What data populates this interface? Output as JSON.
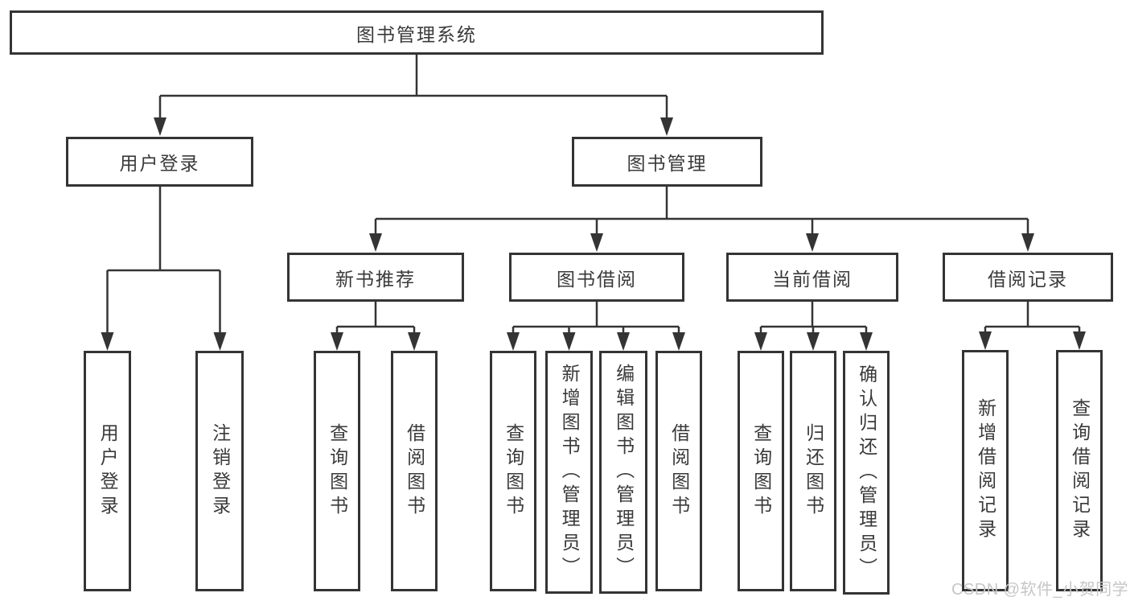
{
  "tree": {
    "label": "图书管理系统",
    "children": [
      {
        "label": "用户登录",
        "children": [
          {
            "label": "用户登录"
          },
          {
            "label": "注销登录"
          }
        ]
      },
      {
        "label": "图书管理",
        "children": [
          {
            "label": "新书推荐",
            "children": [
              {
                "label": "查询图书"
              },
              {
                "label": "借阅图书"
              }
            ]
          },
          {
            "label": "图书借阅",
            "children": [
              {
                "label": "查询图书"
              },
              {
                "label": "新增图书（管理员）"
              },
              {
                "label": "编辑图书（管理员）"
              },
              {
                "label": "借阅图书"
              }
            ]
          },
          {
            "label": "当前借阅",
            "children": [
              {
                "label": "查询图书"
              },
              {
                "label": "归还图书"
              },
              {
                "label": "确认归还（管理员）"
              }
            ]
          },
          {
            "label": "借阅记录",
            "children": [
              {
                "label": "新增借阅记录"
              },
              {
                "label": "查询借阅记录"
              }
            ]
          }
        ]
      }
    ]
  },
  "watermark": "CSDN @软件_小贺同学",
  "colors": {
    "line": "#343434",
    "box_border": "#343434",
    "text": "#3a3a3a",
    "watermark": "#c6c6c6",
    "background": "#ffffff"
  }
}
